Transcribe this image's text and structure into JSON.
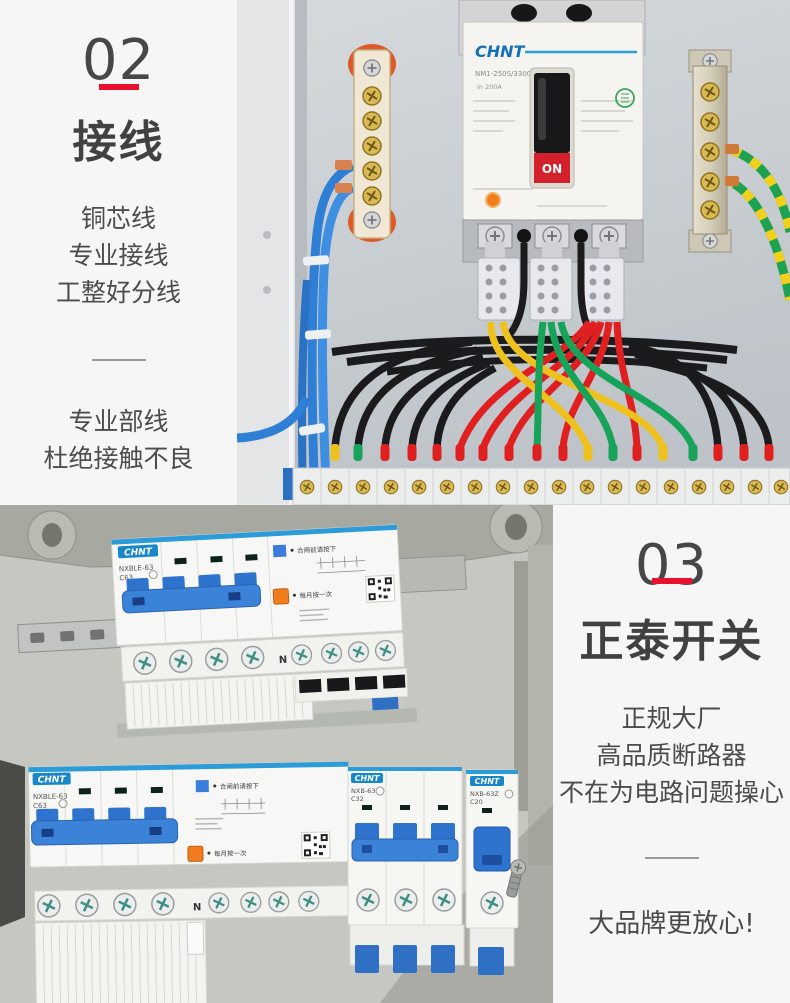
{
  "palette": {
    "accent_red": "#e8122f",
    "chint_blue": "#1787c9",
    "handle_blue": "#3b82d9",
    "wire_yellow": "#eec11f",
    "wire_green": "#18a35a",
    "wire_red": "#e02020",
    "wire_black": "#1b1b1d",
    "wire_blue": "#2f7fd6",
    "earth_green": "#1ea24f",
    "earth_yellow": "#f2d01c"
  },
  "section_wiring": {
    "number": "02",
    "title": "接线",
    "features": [
      "铜芯线",
      "专业接线",
      "工整好分线"
    ],
    "sub_features": [
      "专业部线",
      "杜绝接触不良"
    ]
  },
  "section_switch": {
    "number": "03",
    "title": "正泰开关",
    "features": [
      "正规大厂",
      "高品质断路器",
      "不在为电路问题操心"
    ],
    "slogan": "大品牌更放心!"
  },
  "wiring_photo": {
    "mccb": {
      "brand": "CHNT",
      "model": "NM1-250S/3300",
      "rating": "In 200A",
      "switch_label": "ON"
    }
  },
  "breaker_photo": {
    "rcbo_top": {
      "brand": "CHNT",
      "model": "NXBLE-63",
      "rating": "C63",
      "close_note": "合闸前请按下",
      "test_note": "每月按一次",
      "neutral_label": "N"
    },
    "rcbo_bottom": {
      "brand": "CHNT",
      "model": "NXBLE-63",
      "rating": "C63",
      "close_note": "合闸前请按下",
      "test_note": "每月按一次",
      "neutral_label": "N"
    },
    "mcb_3p": {
      "brand": "CHNT",
      "model": "NXB-63",
      "rating": "C32"
    },
    "mcb_1p": {
      "brand": "CHNT",
      "model": "NXB-63Z",
      "rating": "C20"
    }
  }
}
